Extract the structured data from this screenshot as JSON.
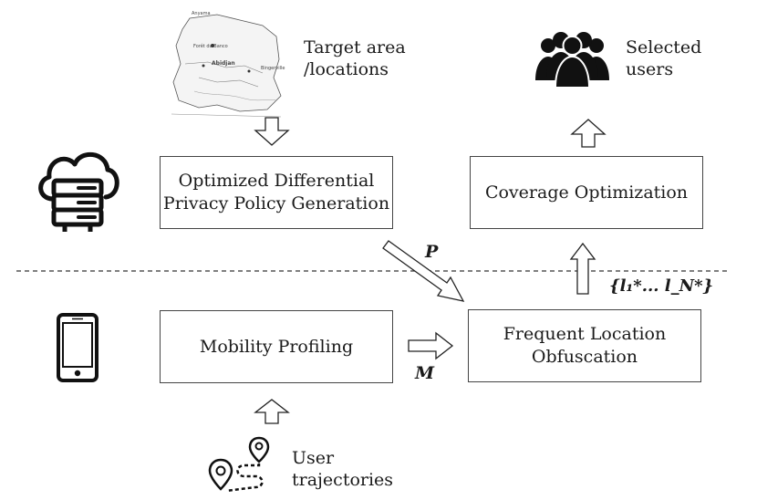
{
  "boxes": {
    "policy": {
      "line1": "Optimized Differential",
      "line2": "Privacy Policy Generation"
    },
    "coverage": {
      "label": "Coverage Optimization"
    },
    "mobility": {
      "label": "Mobility Profiling"
    },
    "obfuscation": {
      "line1": "Frequent Location",
      "line2": "Obfuscation"
    }
  },
  "labels": {
    "target_line1": "Target area",
    "target_line2": "/locations",
    "selected_line1": "Selected",
    "selected_line2": "users",
    "trajectories_line1": "User",
    "trajectories_line2": "trajectories"
  },
  "edge_labels": {
    "p": "P",
    "m": "M",
    "locations_set": "{l₁*... l_N*}"
  },
  "map_labels": {
    "abidjan": "Abidjan",
    "anyama": "Anyama",
    "foret": "Forêt du Banco",
    "bingerville": "Bingerville"
  },
  "icons": [
    "map-icon",
    "cloud-server-icon",
    "users-group-icon",
    "smartphone-icon",
    "trajectory-pins-icon"
  ]
}
